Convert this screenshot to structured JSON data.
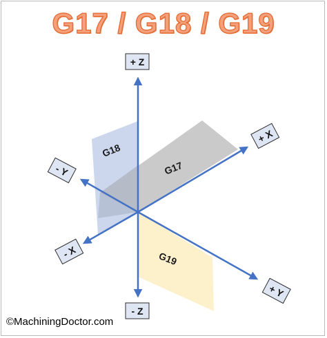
{
  "title": "G17 / G18 / G19",
  "planes": {
    "g17": {
      "label": "G17",
      "color": "#c8c8c8"
    },
    "g18": {
      "label": "G18",
      "color": "#c9d5ec"
    },
    "g19": {
      "label": "G19",
      "color": "#fdf1cc"
    }
  },
  "axes": {
    "pos_z": "+ Z",
    "neg_z": "- Z",
    "pos_x": "+ X",
    "neg_x": "- X",
    "pos_y": "+ Y",
    "neg_y": "- Y",
    "color": "#4472c4"
  },
  "credit": "©MachiningDoctor.com"
}
